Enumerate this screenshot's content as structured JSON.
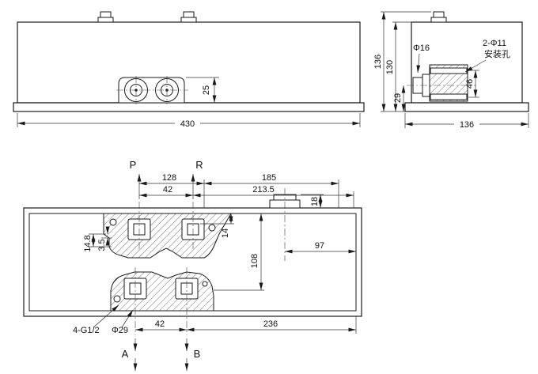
{
  "front_view": {
    "dim_width": "430",
    "dim_port": "25"
  },
  "side_view": {
    "dim_height_total": "136",
    "dim_height_body": "130",
    "dim_center_height": "29",
    "label_port_dia": "Φ16",
    "label_mount_holes": "2-Φ11",
    "label_mount_holes_cn": "安装孔",
    "dim_hole_pitch": "46",
    "dim_width": "136"
  },
  "plan_view": {
    "label_p": "P",
    "label_r": "R",
    "label_a": "A",
    "label_b": "B",
    "dim_pr_offset": "128",
    "dim_pr_pitch": "42",
    "dim_r_to_tab": "185",
    "dim_r_to_edge": "213.5",
    "dim_tab_height": "18",
    "dim_counterbore_depth": "14",
    "dim_port_span": "108",
    "dim_tab_to_wall": "97",
    "dim_step_a": "14.8",
    "dim_step_b": "3.5",
    "label_thread": "4-G1/2",
    "label_bore": "Φ29",
    "dim_ab_pitch": "42",
    "dim_b_to_edge": "236"
  }
}
